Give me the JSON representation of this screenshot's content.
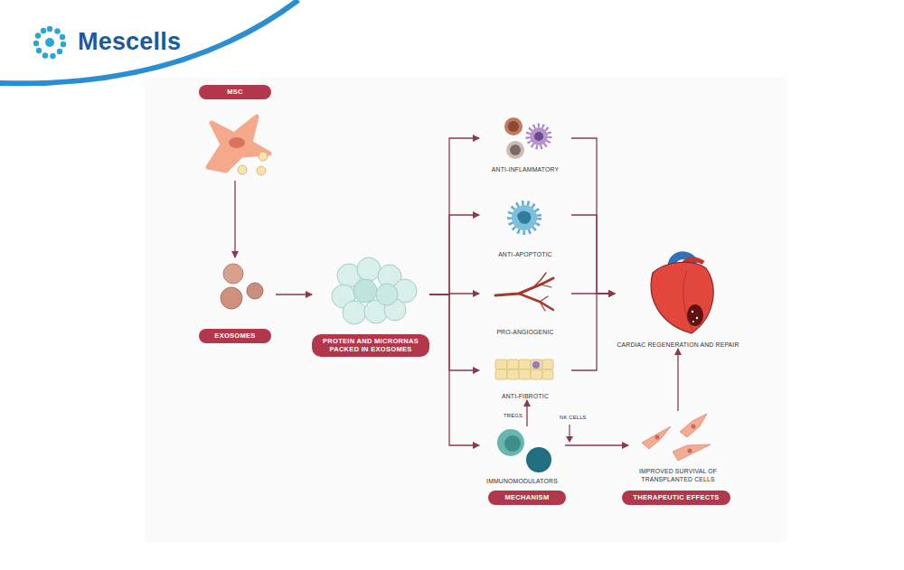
{
  "diagram": {
    "nodes": [
      {
        "text": [
          "MSC"
        ]
      },
      {
        "text": [
          "EXOSOMES"
        ]
      },
      {
        "text": [
          "PROTEIN AND MICRORNAS PACKED IN EXOSOMES"
        ]
      },
      {
        "text": [
          "ANTI-INFLAMMATORY"
        ]
      },
      {
        "text": [
          "ANTI-APOPTOTIC"
        ]
      },
      {
        "text": [
          "PRO-ANGIOGENIC"
        ]
      },
      {
        "text": [
          "ANTI-FIBROTIC"
        ]
      },
      {
        "text": [
          "IMMUNOMODULATORS"
        ]
      },
      {
        "text": [
          "CARDIAC REGENERATION AND REPAIR"
        ]
      },
      {
        "text": [
          "IMPROVED SURVIVAL OF TRANSPLANTED CELLS"
        ]
      }
    ],
    "edges": [
      {
        "from": 0,
        "to": 1,
        "arrow": "to"
      },
      {
        "from": 1,
        "to": 2,
        "arrow": "to"
      },
      {
        "from": 2,
        "to": 3,
        "arrow": "to"
      },
      {
        "from": 2,
        "to": 4,
        "arrow": "to"
      },
      {
        "from": 2,
        "to": 5,
        "arrow": "to"
      },
      {
        "from": 2,
        "to": 6,
        "arrow": "to"
      },
      {
        "from": 2,
        "to": 7,
        "arrow": "to"
      },
      {
        "from": 3,
        "to": 8,
        "arrow": "to"
      },
      {
        "from": 4,
        "to": 8,
        "arrow": "to"
      },
      {
        "from": 5,
        "to": 8,
        "arrow": "to"
      },
      {
        "from": 6,
        "to": 8,
        "arrow": "to"
      },
      {
        "from": 7,
        "to": 6,
        "arrow": "to"
      },
      {
        "from": 7,
        "to": 9,
        "arrow": "to"
      },
      {
        "from": 9,
        "to": 8,
        "arrow": "to"
      }
    ],
    "labels": [
      "Mescells",
      "TREGS",
      "NK CELLS",
      "MECHANISM",
      "THERAPEUTIC EFFECTS"
    ]
  }
}
